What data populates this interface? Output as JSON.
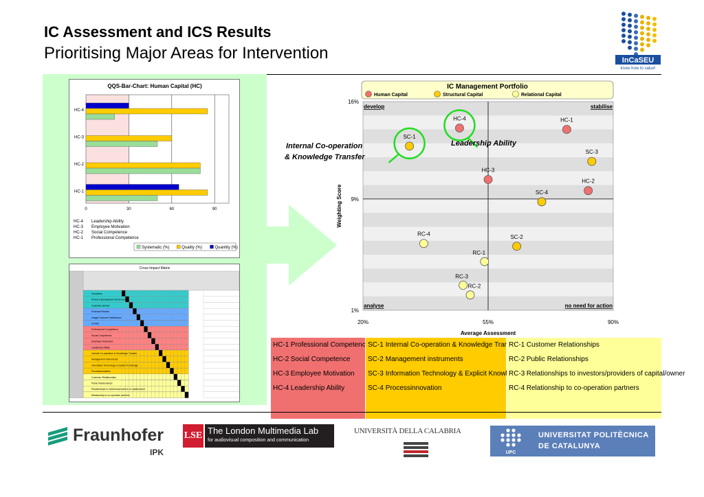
{
  "header": {
    "title": "IC Assessment and ICS Results",
    "subtitle": "Prioritising Major Areas for Intervention",
    "logo_text": "InCaSEU",
    "logo_tagline": "know how to value!"
  },
  "colors": {
    "green_panel": "#ccffcc",
    "human_capital": "#f07070",
    "structural_capital": "#ffcc00",
    "relational_capital": "#ffff99",
    "quantity_bar": "#0000cc",
    "quality_bar": "#ffcc00",
    "systematic_bar": "#99dd99"
  },
  "qqs_chart": {
    "title": "QQS-Bar-Chart: Human Capital (HC)",
    "legend_labels": [
      "Systematic (%)",
      "Quality (%)",
      "Quantity (%)"
    ],
    "definitions": [
      {
        "code": "HC-4",
        "name": "Leadership Ability"
      },
      {
        "code": "HC-3",
        "name": "Employee Motivation"
      },
      {
        "code": "HC-2",
        "name": "Social Competence"
      },
      {
        "code": "HC-1",
        "name": "Professional Competence"
      }
    ]
  },
  "matrix": {
    "title": "Cross Impact Matrix",
    "rows": [
      "Innovation",
      "Product development and innovation",
      "Customer service",
      "Financial Results",
      "Image/Customer Satisfaction",
      "Growth",
      "Professional Competence",
      "Social Competence",
      "Employee Motivation",
      "Leadership Ability",
      "Internal Co-operation & Knowledge Transfer",
      "Management Instruments",
      "Information Technology & Explicit Knowledge",
      "Processinnovation",
      "Customer Relationships",
      "Public Relationships",
      "Relationships to investors/providers of capital/owner",
      "Relationship to co-operation partners"
    ]
  },
  "portfolio": {
    "title": "IC Management Portfolio",
    "legend": [
      "Human Capital",
      "Structural Capital",
      "Relational Capital"
    ],
    "quadrants": {
      "tl": "develop",
      "tr": "stabilise",
      "bl": "analyse",
      "br": "no need for action"
    },
    "annotations": {
      "internal": [
        "Internal Co-operation",
        "& Knowledge Transfer"
      ],
      "leadership": "Leadership Ability"
    }
  },
  "chart_data": [
    {
      "type": "bar",
      "title": "QQS-Bar-Chart: Human Capital (HC)",
      "orientation": "horizontal",
      "categories": [
        "HC-4",
        "HC-3",
        "HC-2",
        "HC-1"
      ],
      "series": [
        {
          "name": "Quantity (%)",
          "values": [
            30,
            null,
            null,
            65
          ]
        },
        {
          "name": "Quality (%)",
          "values": [
            85,
            60,
            80,
            85
          ]
        },
        {
          "name": "Systematic (%)",
          "values": [
            20,
            50,
            80,
            50
          ]
        }
      ],
      "xlim": [
        0,
        100
      ],
      "xticks": [
        "0",
        "30",
        "60",
        "90"
      ]
    },
    {
      "type": "scatter",
      "title": "IC Management Portfolio",
      "xlabel": "Average Assessment",
      "ylabel": "Weighting Score",
      "xlim": [
        20,
        90
      ],
      "ylim": [
        1,
        16
      ],
      "xticks": [
        "20%",
        "55%",
        "90%"
      ],
      "yticks": [
        "1%",
        "9%",
        "16%"
      ],
      "divider": {
        "x": 55,
        "y": 9
      },
      "points": [
        {
          "label": "HC-1",
          "group": "Human Capital",
          "x": 77,
          "y": 14.0
        },
        {
          "label": "HC-2",
          "group": "Human Capital",
          "x": 83,
          "y": 9.6
        },
        {
          "label": "HC-3",
          "group": "Human Capital",
          "x": 55,
          "y": 10.4
        },
        {
          "label": "HC-4",
          "group": "Human Capital",
          "x": 47,
          "y": 14.1
        },
        {
          "label": "SC-1",
          "group": "Structural Capital",
          "x": 33,
          "y": 12.8
        },
        {
          "label": "SC-2",
          "group": "Structural Capital",
          "x": 63,
          "y": 5.6
        },
        {
          "label": "SC-3",
          "group": "Structural Capital",
          "x": 84,
          "y": 11.7
        },
        {
          "label": "SC-4",
          "group": "Structural Capital",
          "x": 70,
          "y": 8.8
        },
        {
          "label": "RC-1",
          "group": "Relational Capital",
          "x": 54,
          "y": 4.5
        },
        {
          "label": "RC-2",
          "group": "Relational Capital",
          "x": 50,
          "y": 2.1
        },
        {
          "label": "RC-3",
          "group": "Relational Capital",
          "x": 48,
          "y": 2.8
        },
        {
          "label": "RC-4",
          "group": "Relational Capital",
          "x": 37,
          "y": 5.8
        }
      ]
    }
  ],
  "legend_table": {
    "human": [
      {
        "code": "HC-1",
        "name": "Professional Competence"
      },
      {
        "code": "HC-2",
        "name": "Social Competence"
      },
      {
        "code": "HC-3",
        "name": "Employee Motivation"
      },
      {
        "code": "HC-4",
        "name": "Leadership Ability"
      }
    ],
    "structural": [
      {
        "code": "SC-1",
        "name": "Internal Co-operation & Knowledge Transfer"
      },
      {
        "code": "SC-2",
        "name": "Management instruments"
      },
      {
        "code": "SC-3",
        "name": "Information Technology & Explicit Knowledge"
      },
      {
        "code": "SC-4",
        "name": "Processinnovation"
      }
    ],
    "relational": [
      {
        "code": "RC-1",
        "name": "Customer Relationships"
      },
      {
        "code": "RC-2",
        "name": "Public Relationships"
      },
      {
        "code": "RC-3",
        "name": "Relationships to investors/providers of capital/owner"
      },
      {
        "code": "RC-4",
        "name": "Relationship to co-operation partners"
      }
    ]
  },
  "partners": {
    "fraunhofer": "Fraunhofer",
    "fraunhofer_sub": "IPK",
    "lse_mark": "LSE",
    "lse_title": "The London Multimedia Lab",
    "lse_sub": "for audiovisual composition and communication",
    "calabria": "UNIVERSITÀ DELLA CALABRIA",
    "upc_line1": "UNIVERSITAT POLITÈCNICA",
    "upc_line2": "DE CATALUNYA",
    "upc_mark": "UPC"
  }
}
